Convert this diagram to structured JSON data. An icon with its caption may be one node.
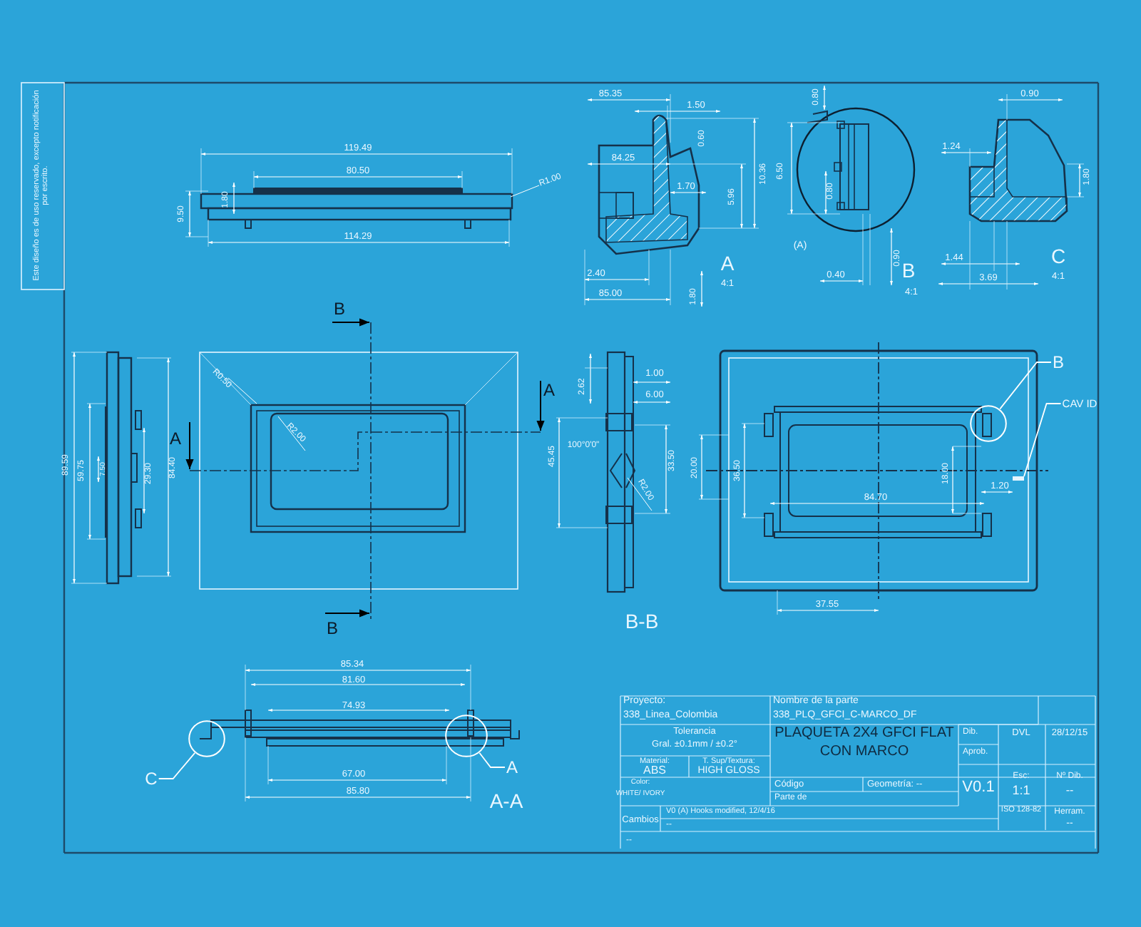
{
  "diagram": {
    "nodes": [
      {
        "text": [
          "B"
        ]
      },
      {
        "text": [],
        "shape": "circle"
      },
      {
        "text": [
          "CAV ID"
        ]
      },
      {
        "text": [],
        "shape": "circle"
      },
      {
        "text": [],
        "shape": "circle"
      },
      {
        "text": [
          "C"
        ]
      },
      {
        "text": [
          "A"
        ]
      },
      {
        "text": [],
        "shape": "bar"
      }
    ],
    "edges": [
      {
        "from": 0,
        "to": 1,
        "arrow": "none"
      },
      {
        "from": 2,
        "to": 7,
        "arrow": "none"
      },
      {
        "from": 5,
        "to": 3,
        "arrow": "none"
      },
      {
        "from": 6,
        "to": 4,
        "arrow": "none"
      }
    ],
    "labels": [
      "Este diseño es de uso reservado, excepto notificación por escrito.",
      "119.49",
      "80.50",
      "1.80",
      "9.50",
      "R1.00",
      "114.29",
      "85.35",
      "1.50",
      "0.60",
      "84.25",
      "10.36",
      "1.70",
      "5.96",
      "2.40",
      "85.00",
      "1.80",
      "A",
      "4:1",
      "0.80",
      "6.50",
      "0.80",
      "(A)",
      "0.90",
      "0.40",
      "B",
      "4:1",
      "0.90",
      "1.24",
      "1.80",
      "1.44",
      "3.69",
      "C",
      "4:1",
      "89.59",
      "59.75",
      "7.50",
      "29.30",
      "84.40",
      "B",
      "R0.50",
      "R2.00",
      "A",
      "A",
      "B",
      "2.62",
      "1.00",
      "6.00",
      "100°0'0\"",
      "45.45",
      "33.50",
      "R2.00",
      "B-B",
      "20.00",
      "36.50",
      "84.70",
      "18.00",
      "1.20",
      "37.55",
      "85.34",
      "81.60",
      "74.93",
      "67.00",
      "85.80",
      "A-A",
      "Proyecto:",
      "338_Linea_Colombia",
      "Nombre de la parte",
      "338_PLQ_GFCI_C-MARCO_DF",
      "Tolerancia",
      "Gral. ±0.1mm / ±0.2°",
      "PLAQUETA 2X4 GFCI FLAT CON MARCO",
      "Dib.",
      "DVL",
      "28/12/15",
      "Aprob.",
      "Material:",
      "ABS",
      "T. Sup/Textura:",
      "HIGH GLOSS",
      "Color:",
      "WHITE/ IVORY",
      "Código",
      "Geometría: --",
      "V0.1",
      "Esc:",
      "1:1",
      "Nº Dib.",
      "--",
      "Parte de",
      "Cambios",
      "V0 (A) Hooks modified, 12/4/16",
      "--",
      "ISO 128-82",
      "Herram.",
      "--",
      "--"
    ]
  }
}
